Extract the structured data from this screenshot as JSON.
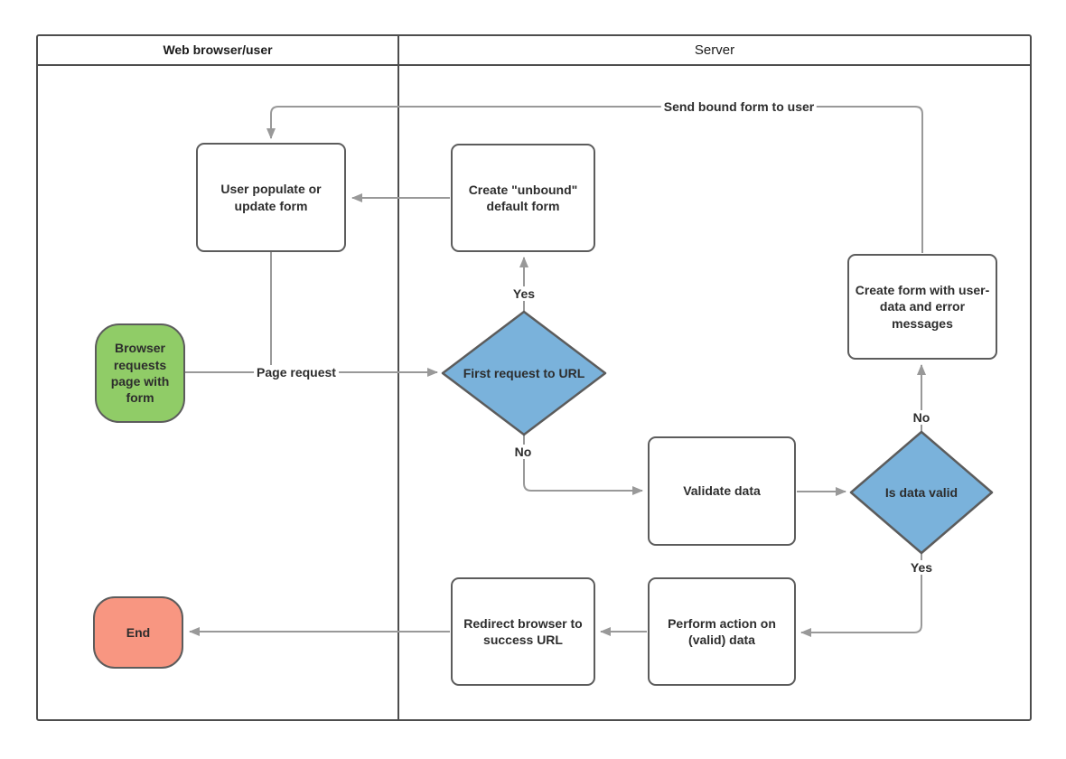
{
  "diagram": {
    "lanes": [
      {
        "title": "Web browser/user"
      },
      {
        "title": "Server"
      }
    ],
    "nodes": {
      "start": {
        "label": "Browser requests page with form",
        "type": "terminator",
        "fill": "#90cc67"
      },
      "user_populate": {
        "label": "User populate or update form",
        "type": "process"
      },
      "create_unbound": {
        "label": "Create \"unbound\" default form",
        "type": "process"
      },
      "first_request": {
        "label": "First request to URL",
        "type": "decision",
        "fill": "#7ab2db"
      },
      "validate": {
        "label": "Validate data",
        "type": "process"
      },
      "is_valid": {
        "label": "Is data valid",
        "type": "decision",
        "fill": "#7ab2db"
      },
      "create_bound": {
        "label": "Create form with user-data and error messages",
        "type": "process"
      },
      "perform_action": {
        "label": "Perform action on (valid) data",
        "type": "process"
      },
      "redirect": {
        "label": "Redirect browser to success URL",
        "type": "process"
      },
      "end": {
        "label": "End",
        "type": "terminator",
        "fill": "#f89681"
      }
    },
    "edge_labels": {
      "page_request": "Page request",
      "send_bound": "Send bound form to user",
      "yes_first": "Yes",
      "no_first": "No",
      "no_valid": "No",
      "yes_valid": "Yes"
    },
    "colors": {
      "connector": "#999999",
      "shape_border": "#5c5c5c",
      "pool_border": "#4d4d4d",
      "decision_fill": "#7ab2db",
      "start_fill": "#90cc67",
      "end_fill": "#f89681",
      "text": "#2d2d2d"
    }
  }
}
